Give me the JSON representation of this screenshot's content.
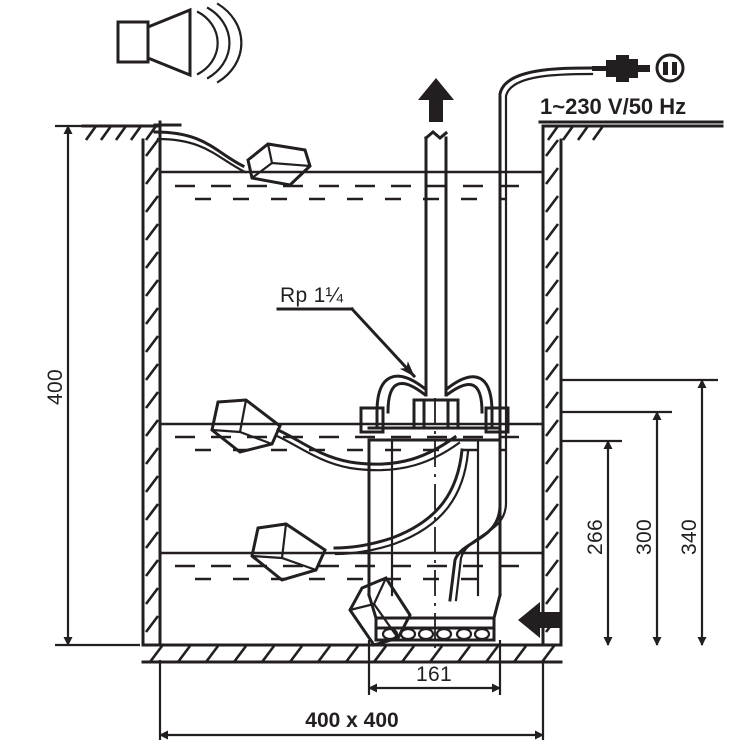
{
  "drawing": {
    "title": "Submersible pump pit installation drawing",
    "line_color": "#231f20",
    "background": "#ffffff"
  },
  "labels": {
    "electrical": "1~230 V/50 Hz",
    "thread": "Rp 1¼",
    "pit_depth": "400",
    "pit_size": "400 x 400",
    "pump_width": "161",
    "dim_266": "266",
    "dim_300": "300",
    "dim_340": "340"
  },
  "icons": {
    "alarm": "horn-icon",
    "plug": "mains-plug-icon",
    "socket": "mains-socket-icon",
    "discharge": "discharge-arrow-icon",
    "inflow": "inflow-arrow-icon"
  },
  "components": {
    "pump": "submersible-pump",
    "float_switch_high": "float-switch-high-level",
    "float_switch_mid": "float-switch-mid-level",
    "float_switch_low": "float-switch-low-level",
    "discharge_pipe": "discharge-pipe",
    "power_cable": "power-cable",
    "pit": "collection-pit",
    "ground": "ground-surface"
  }
}
